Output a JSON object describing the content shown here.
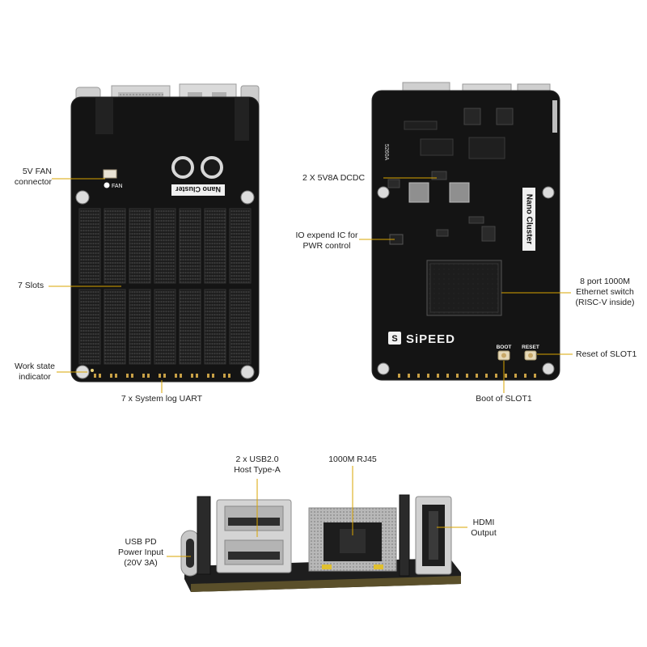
{
  "front_board": {
    "labels": {
      "fan": [
        "5V FAN",
        "connector"
      ],
      "slots": "7 Slots",
      "work_state": [
        "Work state",
        "indicator"
      ],
      "uart": "7 x System log UART"
    },
    "silkscreen": {
      "title": "Nano Cluster",
      "fan": "FAN"
    }
  },
  "back_board": {
    "labels": {
      "dcdc": "2 X 5V8A DCDC",
      "io_expand": [
        "IO expend IC for",
        "PWR control"
      ],
      "switch": [
        "8 port 1000M",
        "Ethernet switch",
        "(RISC-V inside)"
      ],
      "reset": "Reset of SLOT1",
      "boot": "Boot of SLOT1"
    },
    "silkscreen": {
      "title": "Nano Cluster",
      "brand": "SiPEED",
      "boot": "BOOT",
      "reset": "RESET",
      "chip_code": "5260A"
    }
  },
  "side_view": {
    "labels": {
      "usb": [
        "2 x USB2.0",
        "Host Type-A"
      ],
      "rj45": "1000M RJ45",
      "hdmi": [
        "HDMI",
        "Output"
      ],
      "power": [
        "USB PD",
        "Power Input",
        "(20V 3A)"
      ]
    }
  },
  "colors": {
    "pcb": "#141414",
    "gold": "#c8a046",
    "silver": "#c9c9c9",
    "callout_line": "#d9a400"
  }
}
